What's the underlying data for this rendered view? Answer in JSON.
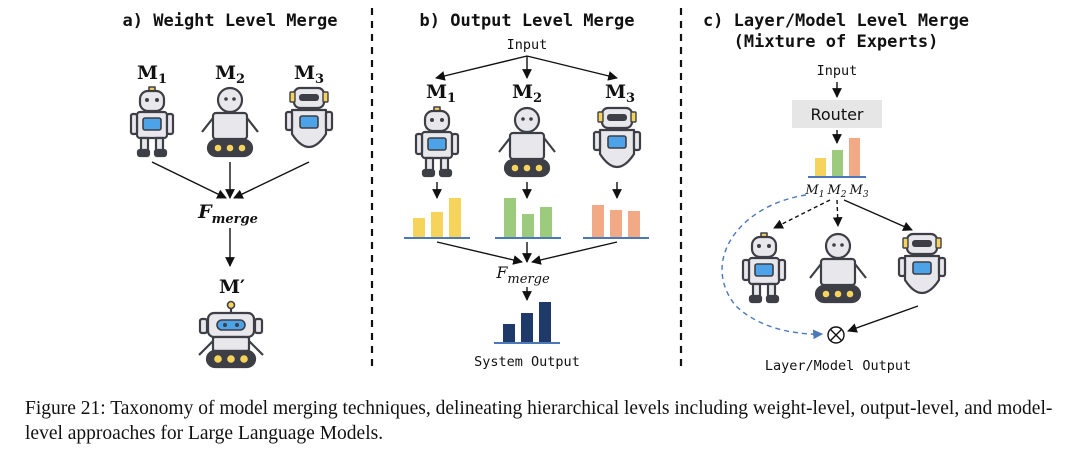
{
  "panels": {
    "a": {
      "title": "a) Weight Level Merge",
      "models": [
        {
          "label": "M",
          "sub": "1"
        },
        {
          "label": "M",
          "sub": "2"
        },
        {
          "label": "M",
          "sub": "3"
        }
      ],
      "merge_label": "F",
      "merge_sub": "merge",
      "output_model_label": "M′"
    },
    "b": {
      "title": "b) Output Level Merge",
      "input_label": "Input",
      "models": [
        {
          "label": "M",
          "sub": "1"
        },
        {
          "label": "M",
          "sub": "2"
        },
        {
          "label": "M",
          "sub": "3"
        }
      ],
      "merge_label": "F",
      "merge_sub": "merge",
      "output_label": "System Output"
    },
    "c": {
      "title_line1": "c) Layer/Model Level Merge",
      "title_line2": "(Mixture of Experts)",
      "input_label": "Input",
      "router_label": "Router",
      "gate_labels": [
        {
          "label": "M",
          "sub": "1"
        },
        {
          "label": "M",
          "sub": "2"
        },
        {
          "label": "M",
          "sub": "3"
        }
      ],
      "combine_symbol": "⊗",
      "output_label": "Layer/Model Output"
    }
  },
  "caption": "Figure 21: Taxonomy of model merging techniques, delineating hierarchical levels including weight-level, output-level, and model-level approaches for Large Language Models.",
  "colors": {
    "yellow": "#F6D35B",
    "green": "#9CCB7E",
    "orange": "#F2A985",
    "navy": "#1F3A68",
    "router_bg": "#E6E6E6",
    "robot_body": "#E8E8EC",
    "robot_dark": "#3E3E46",
    "screen": "#4DA3E8",
    "dashed_blue": "#4A78B8"
  }
}
